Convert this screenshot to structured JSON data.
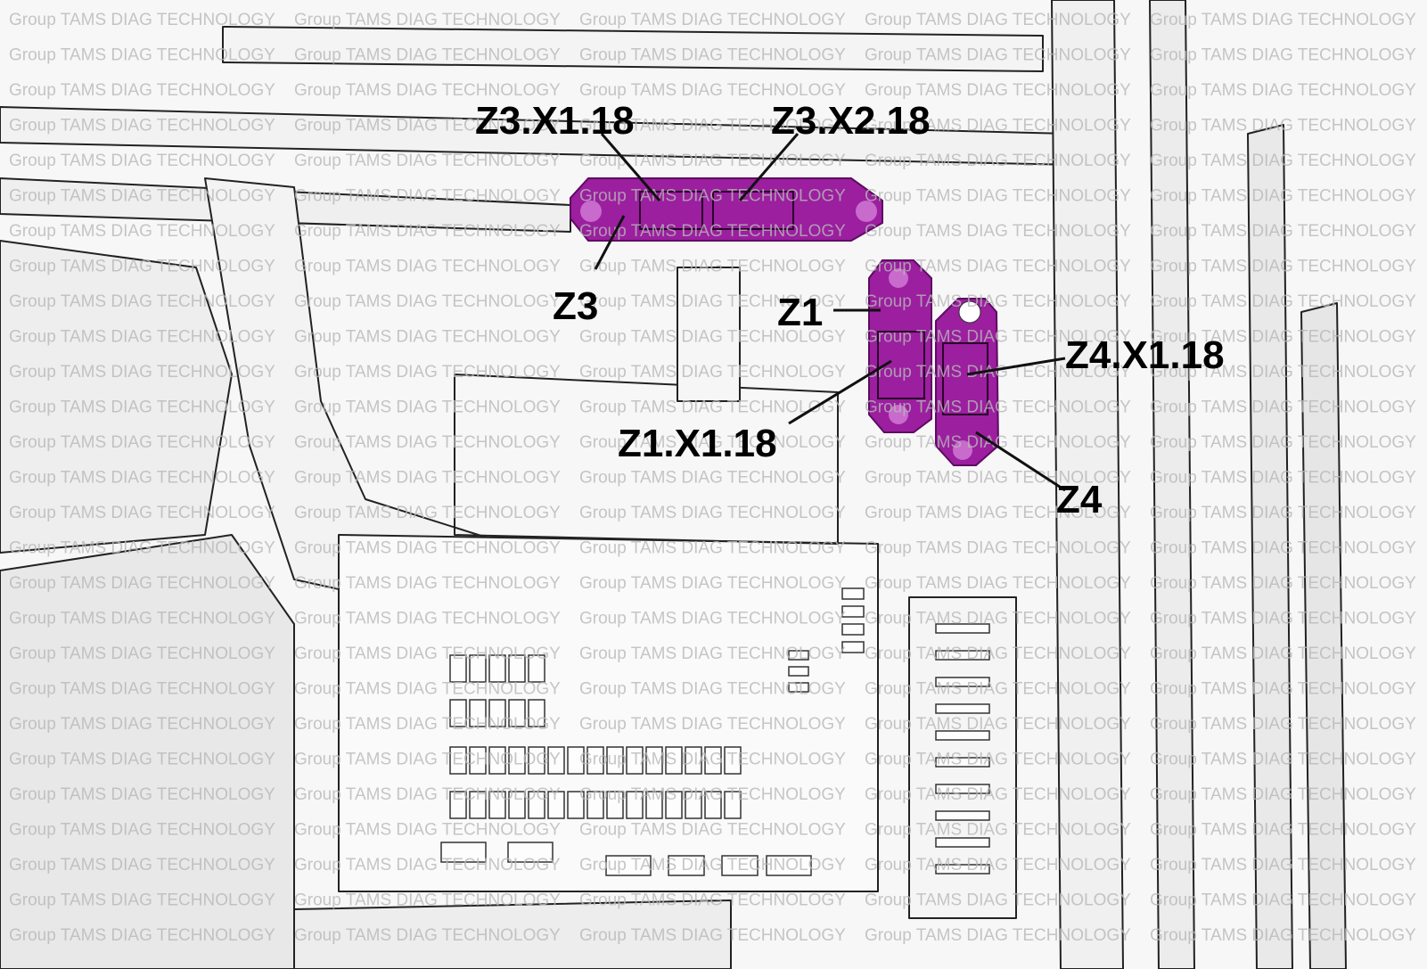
{
  "colors": {
    "highlight": "#9b1f9f",
    "highlight_dark": "#5e0b62",
    "line": "#111111",
    "paper": "#f7f7f7"
  },
  "watermark": {
    "text": "Group TAMS DIAG TECHNOLOGY"
  },
  "callouts": {
    "z3_x1": "Z3.X1.18",
    "z3_x2": "Z3.X2.18",
    "z3": "Z3",
    "z1": "Z1",
    "z4_x1": "Z4.X1.18",
    "z1_x1": "Z1.X1.18",
    "z4": "Z4"
  }
}
